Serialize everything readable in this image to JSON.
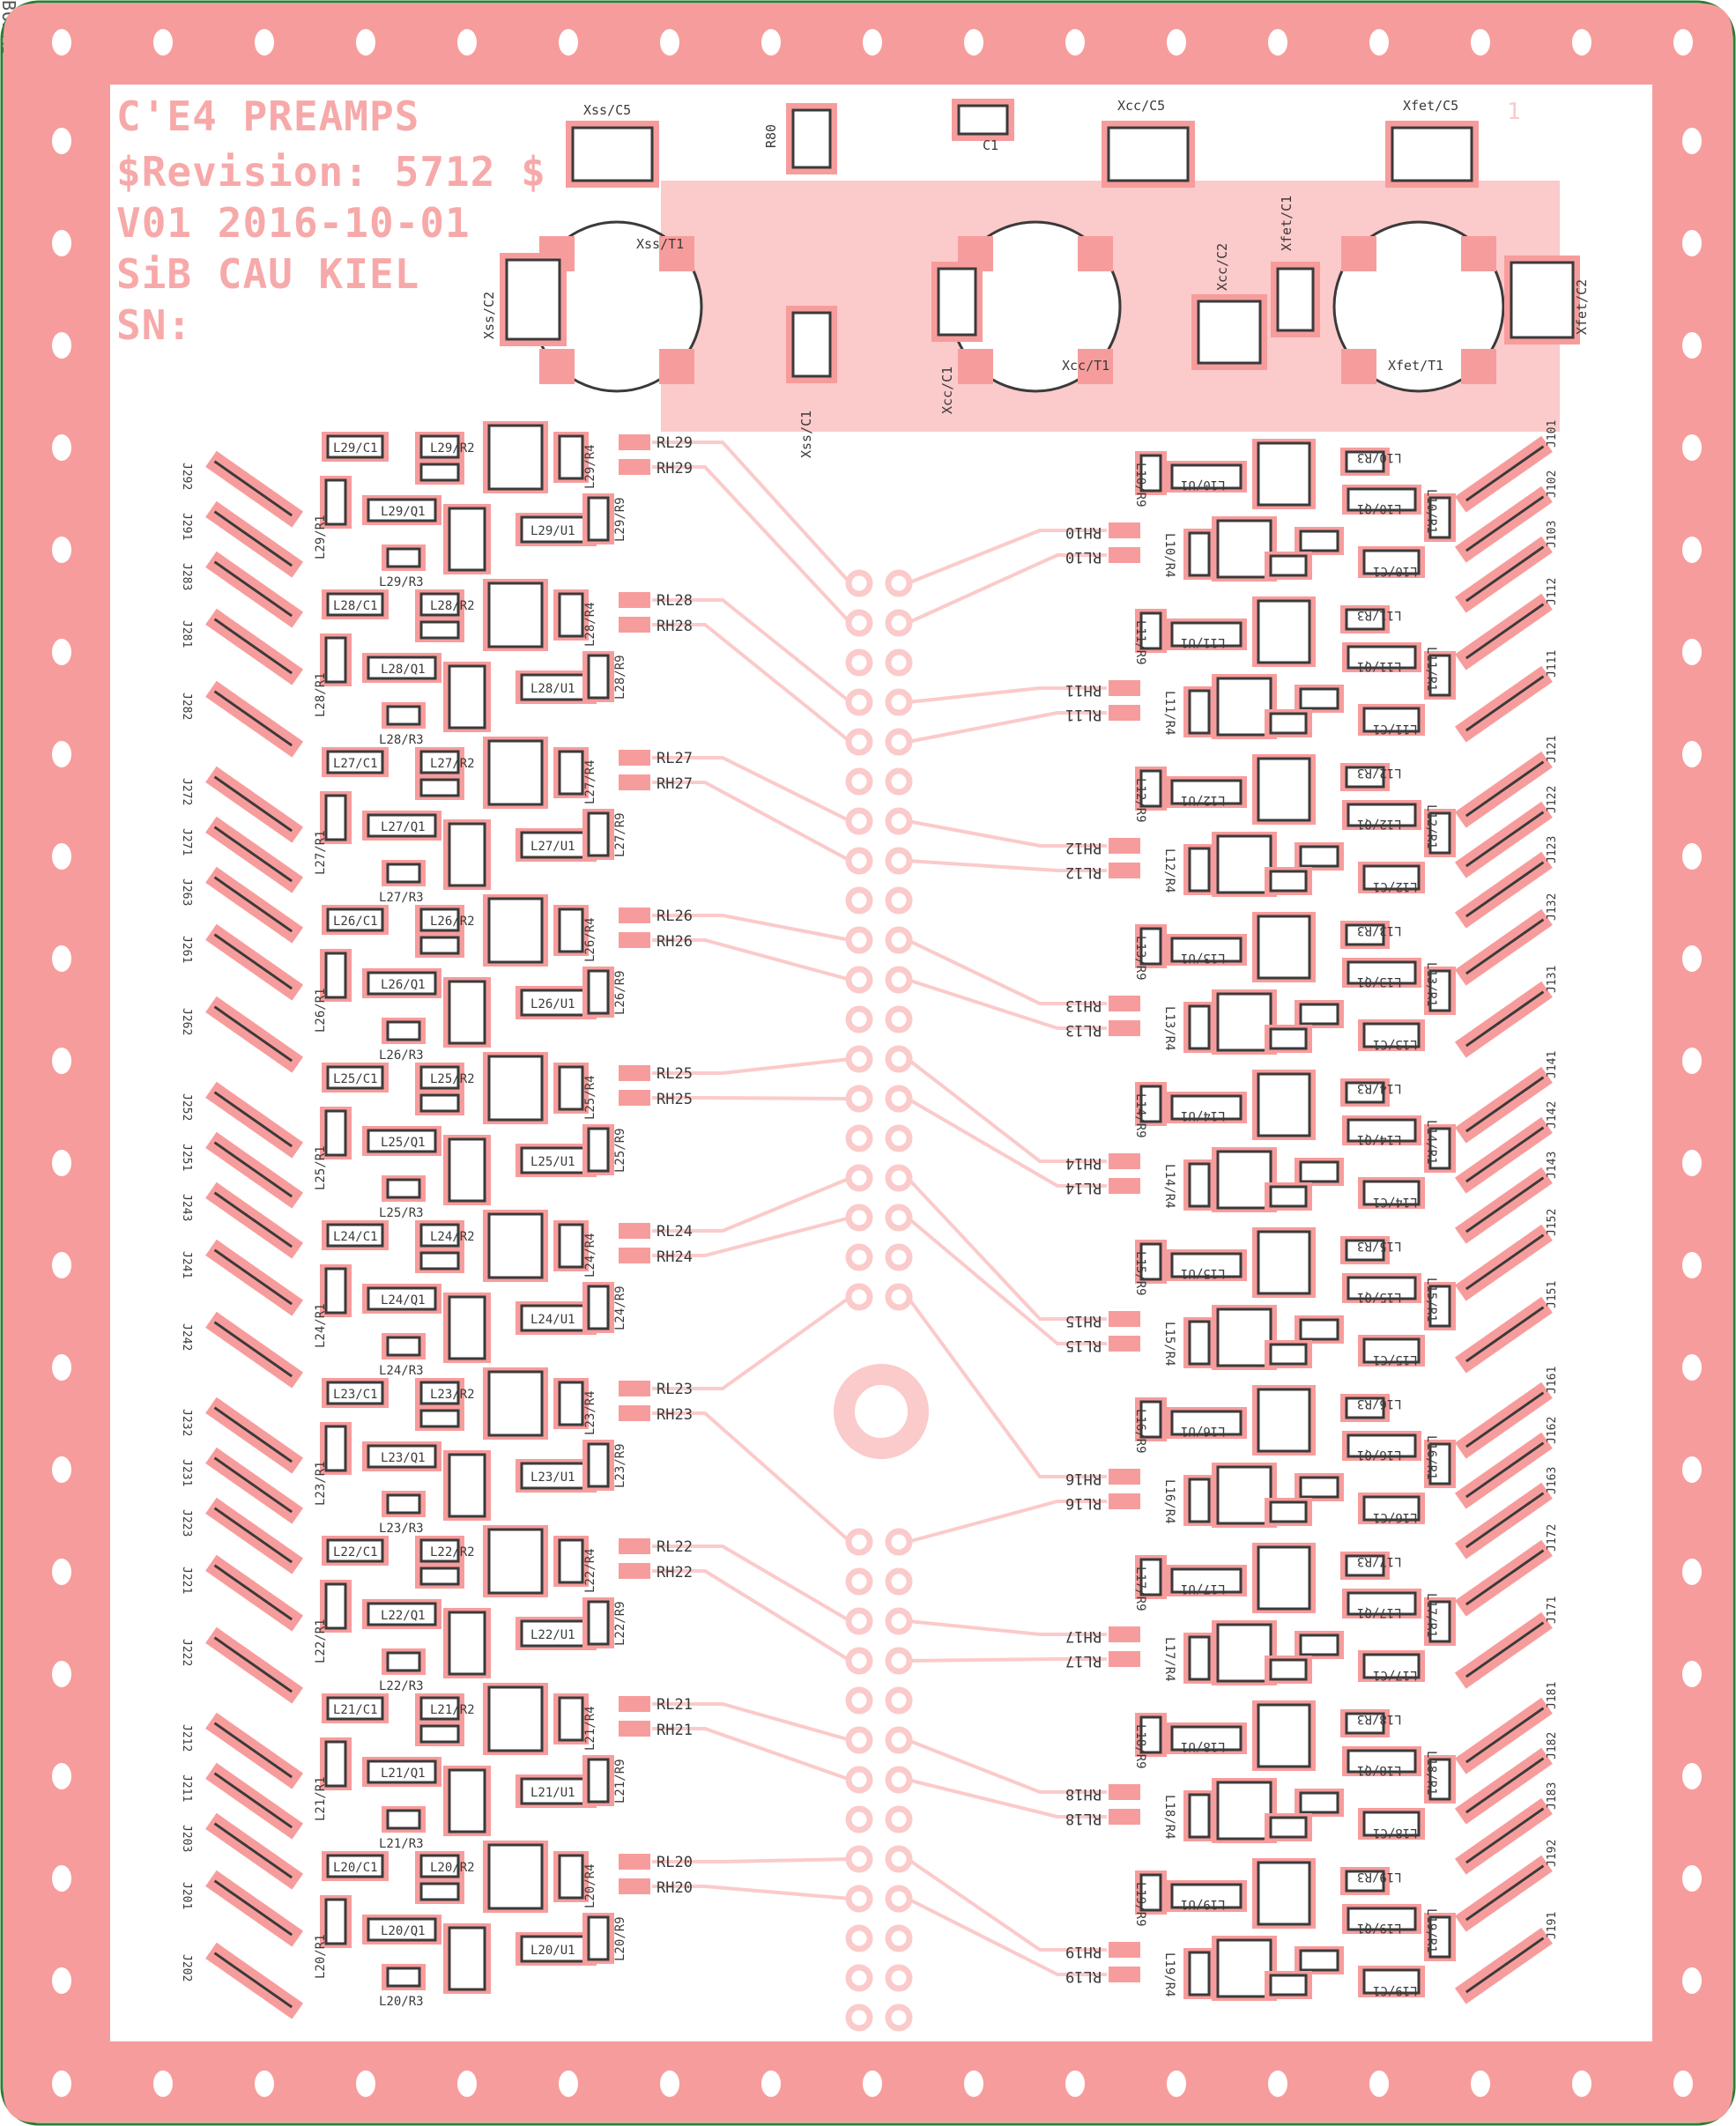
{
  "board": {
    "side_label": "BOARD",
    "title_lines": [
      "C'E4 PREAMPS",
      "$Revision: 5712 $",
      "V01 2016-10-01",
      "SiB CAU KIEL",
      "SN:"
    ],
    "pin1_marker": "1",
    "colors": {
      "background": "#ffffff",
      "copper": "#f79c9c",
      "copper_light": "#fbcaca",
      "silk": "#3a3a3a",
      "outline": "#2e7d32"
    }
  },
  "top_section": {
    "labels": [
      "Xss/C5",
      "Xss/C2",
      "Xss/T1",
      "Xss/C1",
      "R80",
      "C1",
      "Xcc/C5",
      "Xcc/C1",
      "Xcc/C2",
      "Xcc/T1",
      "Xfet/C5",
      "Xfet/C1",
      "Xfet/C2",
      "Xfet/T1"
    ]
  },
  "left_channels": [
    {
      "n": "29",
      "rl": "RL29",
      "rh": "RH29",
      "j": [
        "J292",
        "J291",
        "J283"
      ]
    },
    {
      "n": "28",
      "rl": "RL28",
      "rh": "RH28",
      "j": [
        "J281",
        "J282"
      ]
    },
    {
      "n": "27",
      "rl": "RL27",
      "rh": "RH27",
      "j": [
        "J272",
        "J271",
        "J263"
      ]
    },
    {
      "n": "26",
      "rl": "RL26",
      "rh": "RH26",
      "j": [
        "J261",
        "J262"
      ]
    },
    {
      "n": "25",
      "rl": "RL25",
      "rh": "RH25",
      "j": [
        "J252",
        "J251",
        "J243"
      ]
    },
    {
      "n": "24",
      "rl": "RL24",
      "rh": "RH24",
      "j": [
        "J241",
        "J242"
      ]
    },
    {
      "n": "23",
      "rl": "RL23",
      "rh": "RH23",
      "j": [
        "J232",
        "J231",
        "J223"
      ]
    },
    {
      "n": "22",
      "rl": "RL22",
      "rh": "RH22",
      "j": [
        "J221",
        "J222"
      ]
    },
    {
      "n": "21",
      "rl": "RL21",
      "rh": "RH21",
      "j": [
        "J212",
        "J211",
        "J203"
      ]
    },
    {
      "n": "20",
      "rl": "RL20",
      "rh": "RH20",
      "j": [
        "J201",
        "J202"
      ]
    }
  ],
  "right_channels": [
    {
      "n": "10",
      "rl": "RL10",
      "rh": "RH10",
      "j": [
        "J101",
        "J102",
        "J103"
      ]
    },
    {
      "n": "11",
      "rl": "RL11",
      "rh": "RH11",
      "j": [
        "J112",
        "J111"
      ]
    },
    {
      "n": "12",
      "rl": "RL12",
      "rh": "RH12",
      "j": [
        "J121",
        "J122",
        "J123"
      ]
    },
    {
      "n": "13",
      "rl": "RL13",
      "rh": "RH13",
      "j": [
        "J132",
        "J131"
      ]
    },
    {
      "n": "14",
      "rl": "RL14",
      "rh": "RH14",
      "j": [
        "J141",
        "J142",
        "J143"
      ]
    },
    {
      "n": "15",
      "rl": "RL15",
      "rh": "RH15",
      "j": [
        "J152",
        "J151"
      ]
    },
    {
      "n": "16",
      "rl": "RL16",
      "rh": "RH16",
      "j": [
        "J161",
        "J162",
        "J163"
      ]
    },
    {
      "n": "17",
      "rl": "RL17",
      "rh": "RH17",
      "j": [
        "J172",
        "J171"
      ]
    },
    {
      "n": "18",
      "rl": "RL18",
      "rh": "RH18",
      "j": [
        "J181",
        "J182",
        "J183"
      ]
    },
    {
      "n": "19",
      "rl": "RL19",
      "rh": "RH19",
      "j": [
        "J192",
        "J191"
      ]
    }
  ]
}
